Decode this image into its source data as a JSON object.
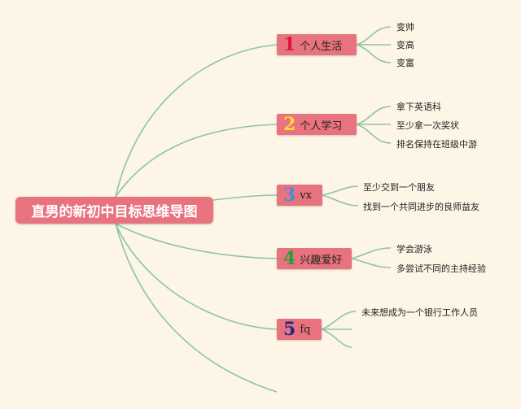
{
  "root": {
    "title": "直男的新初中目标思维导图"
  },
  "branches": [
    {
      "number": "1",
      "label": "个人生活",
      "number_color": "#e0143c",
      "leaves": [
        "变帅",
        "变高",
        "变富"
      ]
    },
    {
      "number": "2",
      "label": "个人学习",
      "number_color": "#ffd93a",
      "leaves": [
        "拿下英语科",
        "至少拿一次奖状",
        "排名保持在班级中游"
      ]
    },
    {
      "number": "3",
      "label": "vx",
      "number_color": "#3c8fe0",
      "leaves": [
        "至少交到一个朋友",
        "找到一个共同进步的良师益友"
      ]
    },
    {
      "number": "4",
      "label": "兴趣爱好",
      "number_color": "#22a03c",
      "leaves": [
        "学会游泳",
        "多尝试不同的主持经验"
      ]
    },
    {
      "number": "5",
      "label": "fq",
      "number_color": "#1a2a8c",
      "leaves": [
        "未来想成为一个银行工作人员"
      ]
    }
  ],
  "colors": {
    "line": "#8fc4a6",
    "node_fill": "#e8737f",
    "background": "#fdf5e6"
  }
}
